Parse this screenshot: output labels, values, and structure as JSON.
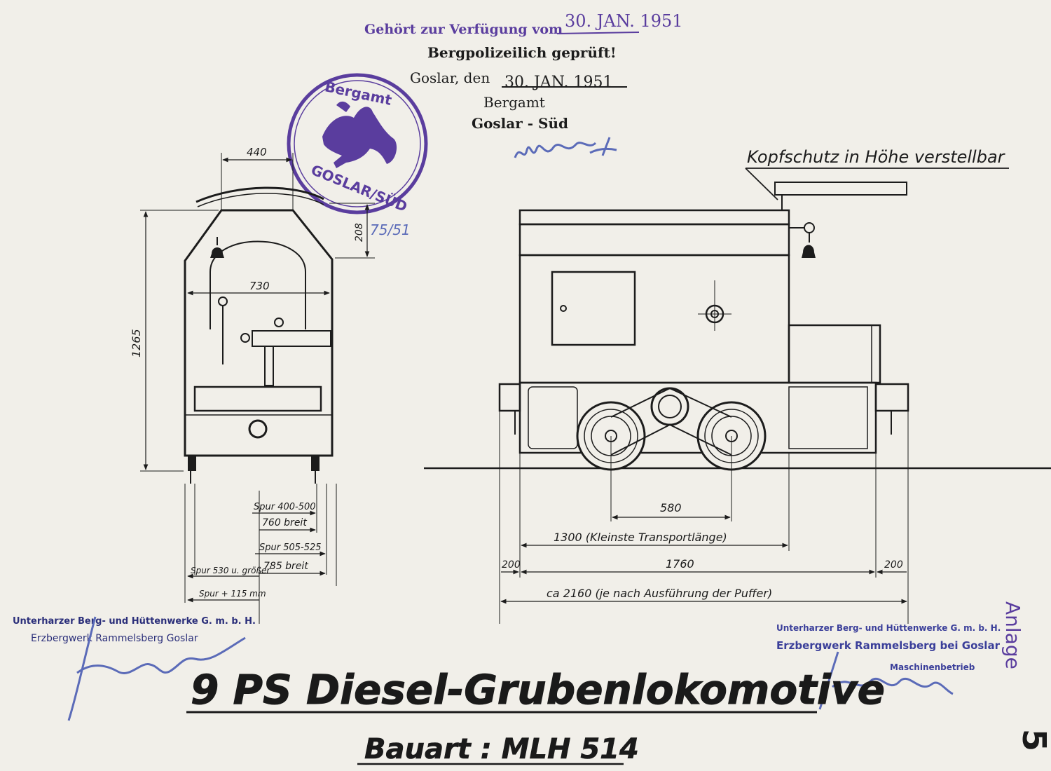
{
  "colors": {
    "paper": "#f1efe9",
    "ink": "#1c1c1c",
    "stamp_violet": "#5a3d9e",
    "pencil_blue": "#5b6bb8"
  },
  "approval_stamp": {
    "line1_prefix": "Gehört zur Verfügung vom",
    "line1_date": "30. JAN. 1951",
    "line2": "Bergpolizeilich geprüft!",
    "line3_prefix": "Goslar, den",
    "line3_date": "30. JAN. 1951",
    "line4": "Bergamt",
    "line5": "Goslar - Süd"
  },
  "seal": {
    "top_text": "Bergamt",
    "bottom_text": "GOSLAR/SÜD",
    "icon": "horse-icon"
  },
  "pencil_note": "75/51",
  "note_adjustable": "Kopfschutz in Höhe verstellbar",
  "front_view": {
    "dim_width_top": "440",
    "dim_inner_width": "730",
    "dim_height": "1265",
    "dim_roof": "208",
    "gauge_1_a": "Spur 400-500",
    "gauge_1_b": "760 breit",
    "gauge_2_a": "Spur 505-525",
    "gauge_2_b": "785 breit",
    "gauge_3": "Spur 530 u. größer",
    "gauge_4": "Spur + 115 mm"
  },
  "side_view": {
    "dim_wheelbase": "580",
    "dim_transport": "1300 (Kleinste Transportlänge)",
    "dim_buffer_left": "200",
    "dim_body": "1760",
    "dim_buffer_right": "200",
    "dim_total": "ca 2160 (je nach Ausführung der Puffer)"
  },
  "company_stamp_left": {
    "line1": "Unterharzer Berg- und Hüttenwerke G. m. b. H.",
    "line2": "Erzbergwerk Rammelsberg Goslar"
  },
  "company_stamp_right": {
    "line1": "Unterharzer Berg- und Hüttenwerke G. m. b. H.",
    "line2": "Erzbergwerk Rammelsberg bei Goslar",
    "line3": "Maschinenbetrieb"
  },
  "side_stamp": "Anlage",
  "side_number": "5",
  "title": "9 PS Diesel-Grubenlokomotive",
  "subtitle": "Bauart : MLH 514"
}
